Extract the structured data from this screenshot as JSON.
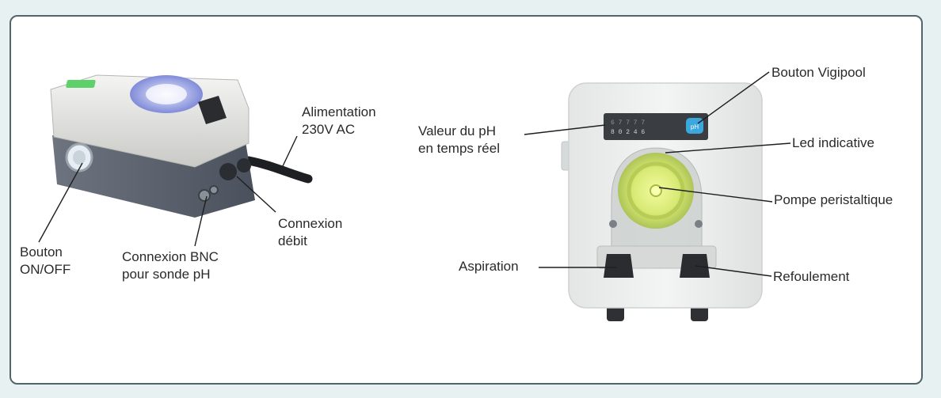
{
  "colors": {
    "page_background": "#e8f1f2",
    "frame_border": "#52656c",
    "pump_green_glow": "#d9ec6a",
    "vigipool_button_blue": "#3aa8dc"
  },
  "left_device": {
    "labels": {
      "power": [
        "Alimentation",
        "230V AC"
      ],
      "onoff": [
        "Bouton",
        "ON/OFF"
      ],
      "bnc": [
        "Connexion BNC",
        "pour sonde pH"
      ],
      "flow": [
        "Connexion",
        "débit"
      ]
    }
  },
  "right_device": {
    "display_top": "6 7 7 7 7",
    "display_bottom": "8 0 2 4 6",
    "ph_button_text": "pH",
    "labels": {
      "ph_value": [
        "Valeur du pH",
        "en temps réel"
      ],
      "vigipool_button": "Bouton Vigipool",
      "led": "Led indicative",
      "pump": "Pompe peristaltique",
      "suction": "Aspiration",
      "discharge": "Refoulement"
    }
  }
}
